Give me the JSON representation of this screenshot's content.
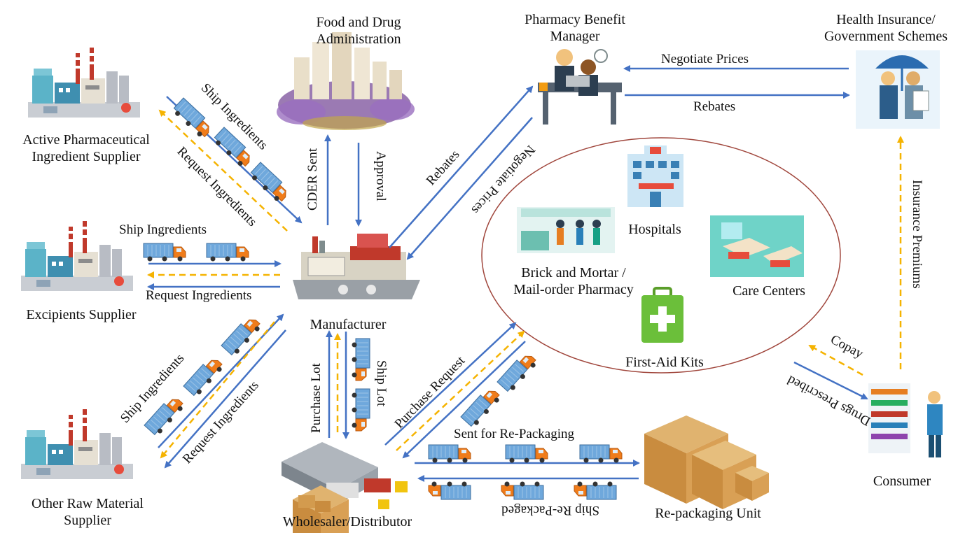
{
  "nodes": {
    "api_supplier": "Active Pharmaceutical\nIngredient Supplier",
    "excipients_supplier": "Excipients Supplier",
    "raw_material_supplier": "Other Raw Material\nSupplier",
    "fda": "Food and Drug\nAdministration",
    "manufacturer": "Manufacturer",
    "pbm": "Pharmacy Benefit\nManager",
    "insurance": "Health Insurance/\nGovernment Schemes",
    "hospitals": "Hospitals",
    "pharmacy": "Brick and Mortar /\nMail-order Pharmacy",
    "care_centers": "Care Centers",
    "first_aid": "First-Aid Kits",
    "wholesaler": "Wholesaler/Distributor",
    "repackaging_unit": "Re-packaging Unit",
    "consumer": "Consumer"
  },
  "edges": {
    "api_ship": "Ship Ingredients",
    "api_request": "Request Ingredients",
    "exc_ship": "Ship Ingredients",
    "exc_request": "Request Ingredients",
    "raw_ship": "Ship Ingredients",
    "raw_request": "Request Ingredients",
    "cder": "CDER Sent",
    "approval": "Approval",
    "pbm_rebates": "Rebates",
    "pbm_negotiate": "Negotiate Prices",
    "ins_negotiate": "Negotiate Prices",
    "ins_rebates": "Rebates",
    "insurance_premiums": "Insurance Premiums",
    "copay": "Copay",
    "drugs_prescribed": "Drugs Prescribed",
    "purchase_lot": "Purchase Lot",
    "ship_lot": "Ship Lot",
    "purchase_request": "Purchase Request",
    "sent_repackaging": "Sent for Re-Packaging",
    "ship_repackaged": "Ship Re-Packaged"
  },
  "colors": {
    "flow_arrow": "#4472c4",
    "request_arrow": "#f5b301",
    "ellipse": "#a0463c",
    "truck_cab": "#f07c1a",
    "truck_box": "#6fa8dc"
  }
}
